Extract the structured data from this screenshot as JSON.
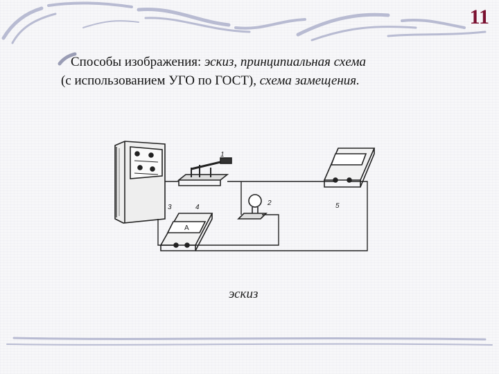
{
  "slide": {
    "number": "11"
  },
  "heading": {
    "line1_plain": "Способы изображения: ",
    "line1_italic": "эскиз, принципиальная схема",
    "line2_plain": "(с использованием УГО по  ГОСТ), ",
    "line2_italic": "схема замещения."
  },
  "figure": {
    "callouts": [
      "1",
      "2",
      "3",
      "4",
      "5"
    ],
    "ammeter_label": "A",
    "caption": "эскиз"
  }
}
